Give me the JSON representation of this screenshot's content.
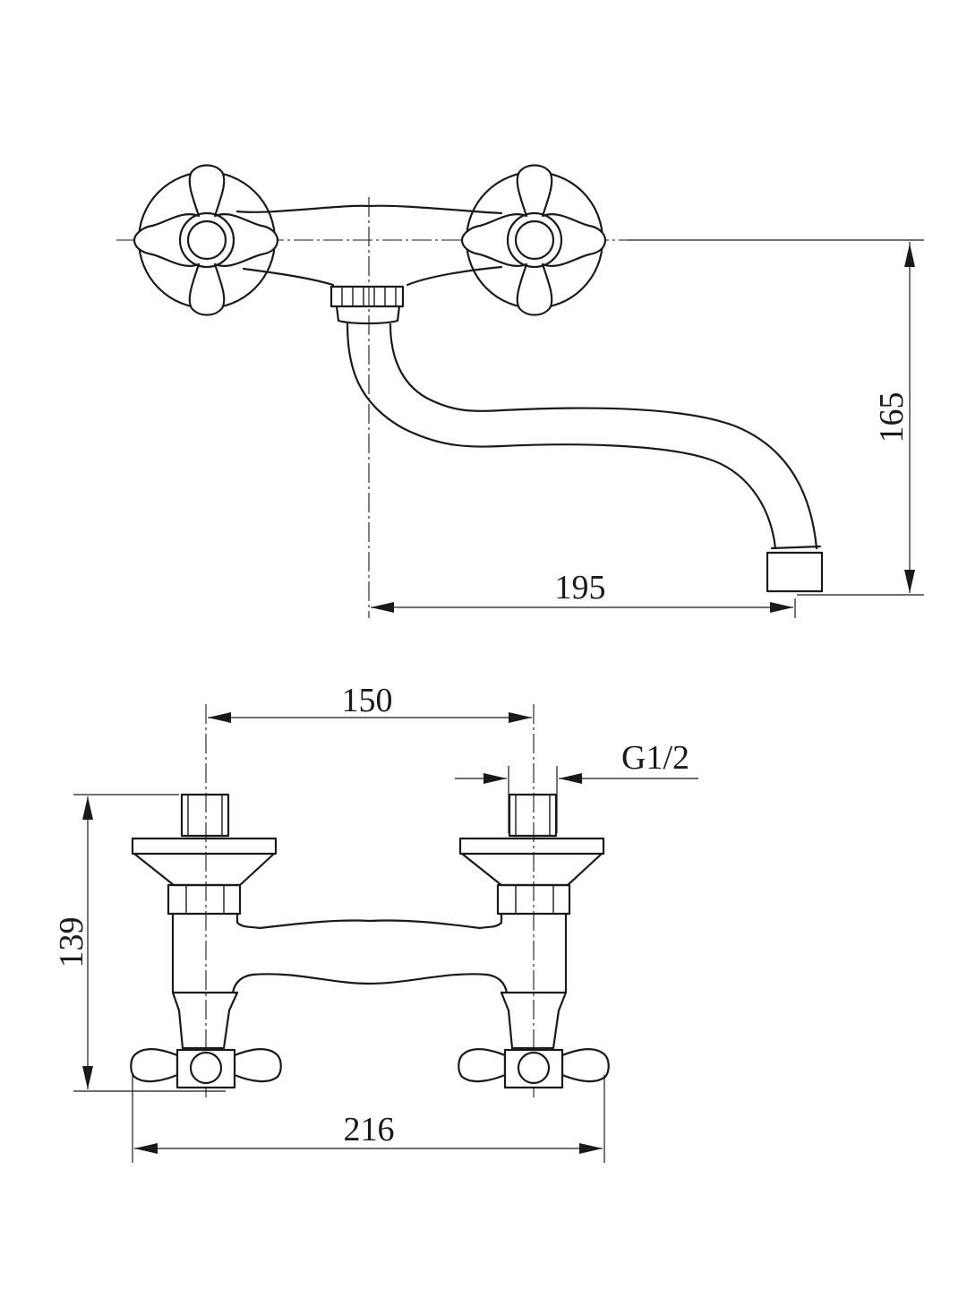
{
  "dimensions": {
    "top_view_height": "165",
    "top_view_reach": "195",
    "front_center_distance": "150",
    "front_thread": "G1/2",
    "front_height": "139",
    "front_overall_width": "216"
  }
}
